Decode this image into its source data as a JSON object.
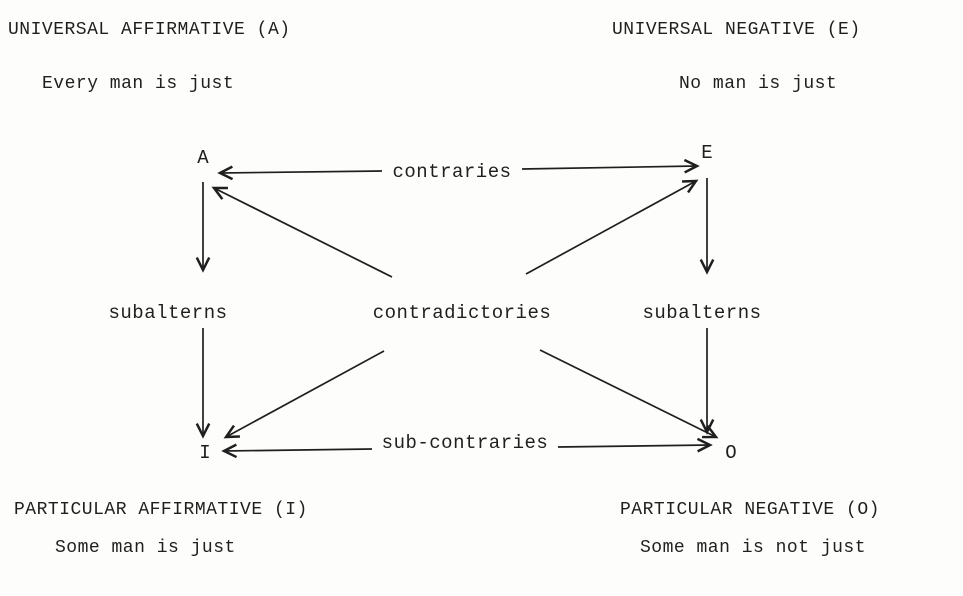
{
  "corners": {
    "top_left": {
      "heading": "UNIVERSAL AFFIRMATIVE (A)",
      "example": "Every man is just",
      "letter": "A"
    },
    "top_right": {
      "heading": "UNIVERSAL NEGATIVE (E)",
      "example": "No man is just",
      "letter": "E"
    },
    "bottom_left": {
      "heading": "PARTICULAR AFFIRMATIVE (I)",
      "example": "Some man is just",
      "letter": "I"
    },
    "bottom_right": {
      "heading": "PARTICULAR NEGATIVE (O)",
      "example": "Some man is not just",
      "letter": "O"
    }
  },
  "relations": {
    "contraries": "contraries",
    "subalterns_left": "subalterns",
    "subalterns_right": "subalterns",
    "contradictories": "contradictories",
    "subcontraries": "sub-contraries"
  },
  "colors": {
    "ink": "#1f1f1f",
    "background": "#fdfdfb"
  }
}
